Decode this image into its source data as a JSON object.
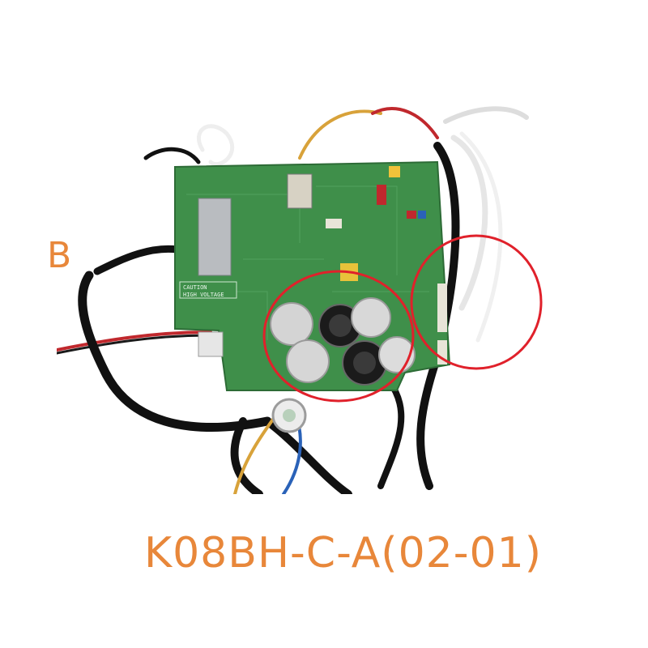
{
  "photo": {
    "subject": "circuit-board-photo"
  },
  "labels": {
    "side_letter": "B",
    "part_number": "K08BH-C-A(02-01)"
  },
  "board_print": {
    "caution_line1": "CAUTION",
    "caution_line2": "HIGH VOLTAGE"
  },
  "colors": {
    "label_orange": "#e8873a",
    "pcb_green": "#3f8f4a",
    "highlight_red": "#e0212b"
  }
}
